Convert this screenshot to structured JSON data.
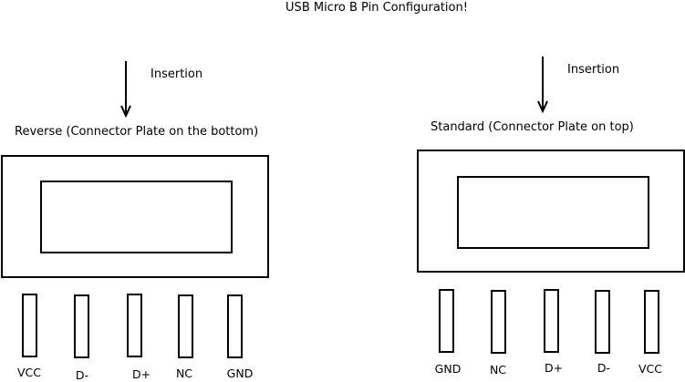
{
  "title": "USB Micro B Pin Configuration!",
  "left": {
    "insertion_label": "Insertion",
    "heading": "Reverse (Connector Plate on the bottom)",
    "pins": [
      "VCC",
      "D-",
      "D+",
      "NC",
      "GND"
    ]
  },
  "right": {
    "insertion_label": "Insertion",
    "heading": "Standard (Connector Plate on top)",
    "pins": [
      "GND",
      "NC",
      "D+",
      "D-",
      "VCC"
    ]
  }
}
